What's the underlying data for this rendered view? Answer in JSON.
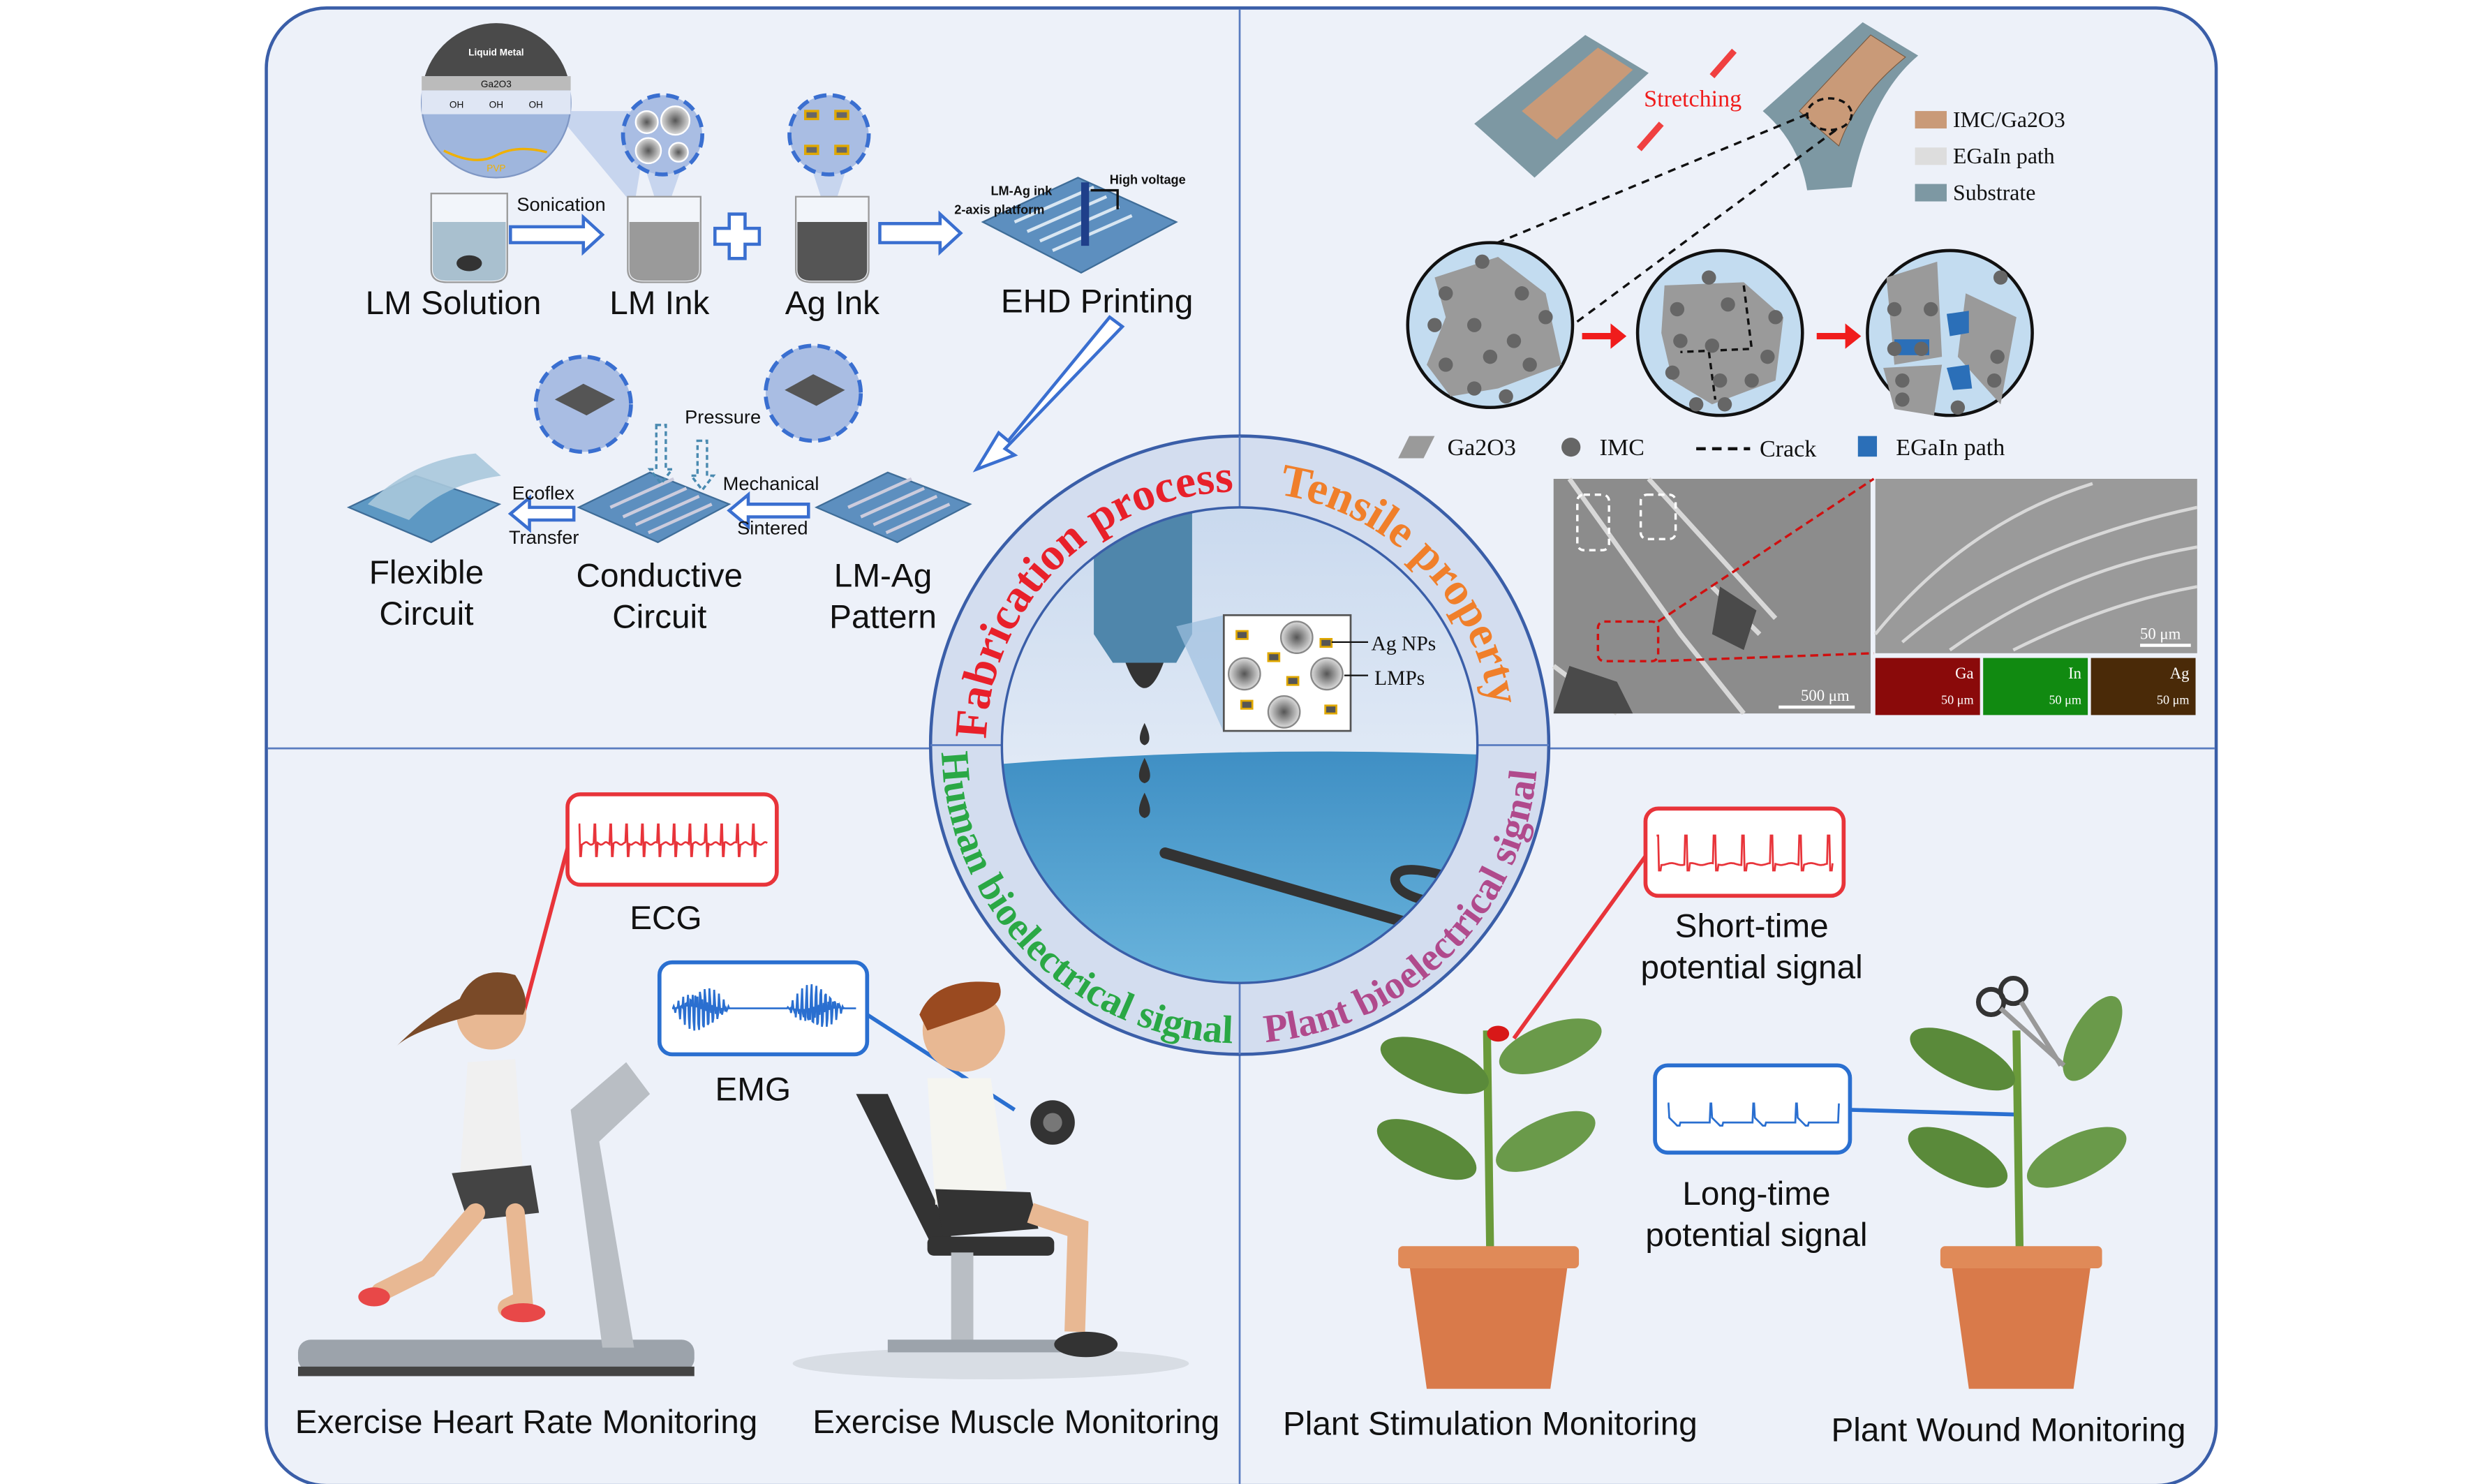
{
  "colors": {
    "panel_bg": "#edf1f9",
    "panel_border": "#3a5ea8",
    "ring": "#d3ddef",
    "fabrication": "#e8202a",
    "tensile": "#f07f2a",
    "human": "#2aa845",
    "plant": "#b04a8c",
    "arrow_blue": "#3a6fd0",
    "signal_red": "#e8343a",
    "signal_blue": "#2a6fd0"
  },
  "ring": {
    "fabrication": "Fabrication process",
    "tensile": "Tensile property",
    "human": "Human bioelectrical signal",
    "plant": "Plant bioelectrical signal",
    "inset_ag": "Ag NPs",
    "inset_lmp": "LMPs"
  },
  "fabrication": {
    "zoom_layers": {
      "liquid_metal": "Liquid Metal",
      "oxide": "Ga2O3",
      "oh": [
        "OH",
        "OH",
        "OH"
      ],
      "pvp": "PVP"
    },
    "sonication": "Sonication",
    "lm_solution": "LM Solution",
    "lm_ink": "LM Ink",
    "ag_ink": "Ag Ink",
    "ehd_printing": "EHD Printing",
    "high_voltage": "High voltage",
    "lm_ag_ink": "LM-Ag ink",
    "platform": "2-axis platform",
    "pressure": "Pressure",
    "mechanical": "Mechanical",
    "sintered": "Sintered",
    "ecoflex": "Ecoflex",
    "transfer": "Transfer",
    "flexible_circuit": [
      "Flexible",
      "Circuit"
    ],
    "conductive_circuit": [
      "Conductive",
      "Circuit"
    ],
    "lm_ag_pattern": [
      "LM-Ag",
      "Pattern"
    ]
  },
  "tensile": {
    "stretching": "Stretching",
    "legend_top": [
      {
        "label": "IMC/Ga2O3",
        "color": "#c99a78"
      },
      {
        "label": "EGaIn path",
        "color": "#dddddd"
      },
      {
        "label": "Substrate",
        "color": "#7d98a3"
      }
    ],
    "legend_bottom": [
      {
        "label": "Ga2O3",
        "icon": "parallelogram-icon"
      },
      {
        "label": "IMC",
        "icon": "dot-icon"
      },
      {
        "label": "Crack",
        "icon": "dashed-line-icon"
      },
      {
        "label": "EGaIn path",
        "icon": "blue-square-icon"
      }
    ],
    "sem_scale_main": "500 μm",
    "sem_scale_zoom": "50 μm",
    "eds": [
      {
        "element": "Ga",
        "scale": "50 μm",
        "color": "#8a0a0a"
      },
      {
        "element": "In",
        "scale": "50 μm",
        "color": "#118a11"
      },
      {
        "element": "Ag",
        "scale": "50 μm",
        "color": "#4a2a08"
      }
    ]
  },
  "human": {
    "ecg": "ECG",
    "emg": "EMG",
    "heart_rate": "Exercise Heart Rate Monitoring",
    "muscle": "Exercise Muscle Monitoring"
  },
  "plant": {
    "short_time": [
      "Short-time",
      "potential signal"
    ],
    "long_time": [
      "Long-time",
      "potential signal"
    ],
    "stimulation": "Plant Stimulation Monitoring",
    "wound": "Plant Wound Monitoring"
  }
}
